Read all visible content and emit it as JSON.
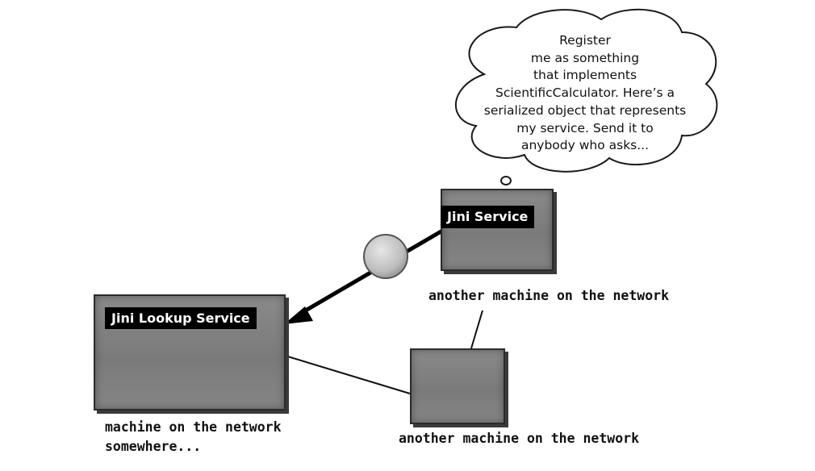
{
  "lookup_service": {
    "title": "Jini Lookup Service",
    "caption_lines": [
      "machine on the network",
      "somewhere..."
    ]
  },
  "jini_service": {
    "title": "Jini Service",
    "caption": "another machine on the network"
  },
  "other_machine": {
    "caption": "another machine on the network"
  },
  "thought_bubble": {
    "lines": [
      "Register",
      "me as something",
      "that implements",
      "ScientificCalculator. Here’s a",
      "serialized object that represents",
      "my service. Send it to",
      "anybody who asks..."
    ]
  },
  "colors": {
    "box_fill": "#808080",
    "label_bg": "#000000",
    "label_text": "#ffffff",
    "arrow": "#000000",
    "object_ball": "#c8c8c8"
  }
}
